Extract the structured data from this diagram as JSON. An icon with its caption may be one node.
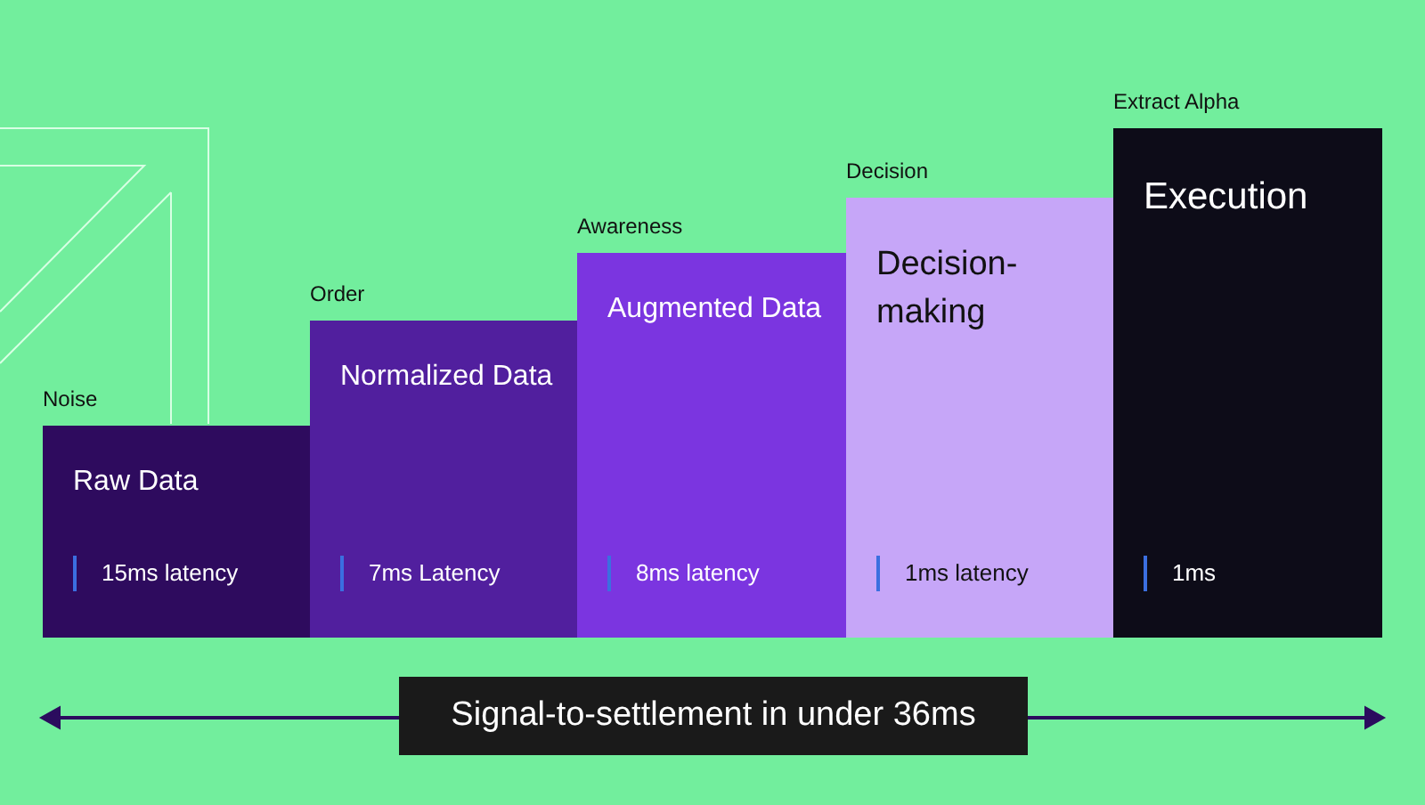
{
  "diagram": {
    "nodes": [
      {
        "text": [
          "Noise",
          "Raw Data",
          "15ms latency"
        ]
      },
      {
        "text": [
          "Order",
          "Normalized Data",
          "7ms Latency"
        ]
      },
      {
        "text": [
          "Awareness",
          "Augmented Data",
          "8ms latency"
        ]
      },
      {
        "text": [
          "Decision",
          "Decision-making",
          "1ms latency"
        ]
      },
      {
        "text": [
          "Extract Alpha",
          "Execution",
          "1ms"
        ]
      }
    ],
    "labels": [
      "Signal-to-settlement in under 36ms"
    ]
  }
}
